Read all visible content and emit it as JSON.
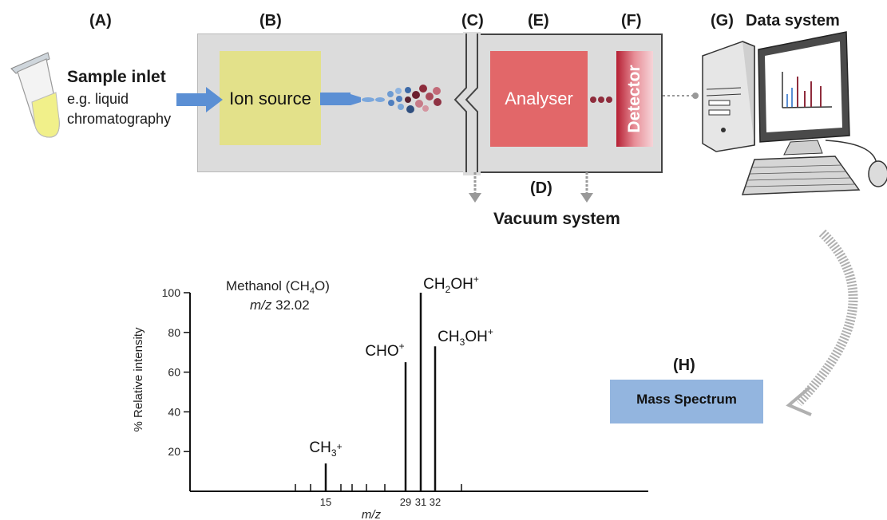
{
  "labels": {
    "a": "(A)",
    "b": "(B)",
    "c": "(C)",
    "e": "(E)",
    "f": "(F)",
    "g": "(G)",
    "d": "(D)",
    "h": "(H)"
  },
  "inlet": {
    "title": "Sample inlet",
    "sub1": "e.g. liquid",
    "sub2": "chromatography"
  },
  "ion_source": "Ion source",
  "analyser": "Analyser",
  "detector": "Detector",
  "vacuum": "Vacuum system",
  "data_system": "Data system",
  "mass_spectrum": "Mass Spectrum",
  "colors": {
    "panel": "#dcdcdc",
    "ion_source": "#e3e18a",
    "analyser": "#e26769",
    "detector": "#b51f33",
    "mass_spectrum": "#93b5df",
    "arrow": "#5b8fd4"
  },
  "chart_data": {
    "type": "bar",
    "title": "Methanol (CH₄O)",
    "subtitle_italic": "m/z",
    "subtitle_value": "32.02",
    "xlabel": "m/z",
    "ylabel": "% Relative intensity",
    "ylim": [
      0,
      100
    ],
    "y_ticks": [
      20,
      40,
      60,
      80,
      100
    ],
    "x_tick_labels": [
      15,
      29,
      31,
      32
    ],
    "peaks": [
      {
        "mz": 15,
        "intensity": 14,
        "ion": "CH",
        "sub": "3",
        "sup": "+"
      },
      {
        "mz": 29,
        "intensity": 65,
        "ion": "CHO",
        "sub": "",
        "sup": "+"
      },
      {
        "mz": 31,
        "intensity": 100,
        "ion": "CH",
        "sub": "2",
        "rest": "OH",
        "sup": "+"
      },
      {
        "mz": 32,
        "intensity": 73,
        "ion": "CH",
        "sub": "3",
        "rest": "OH",
        "sup": "+"
      }
    ]
  }
}
